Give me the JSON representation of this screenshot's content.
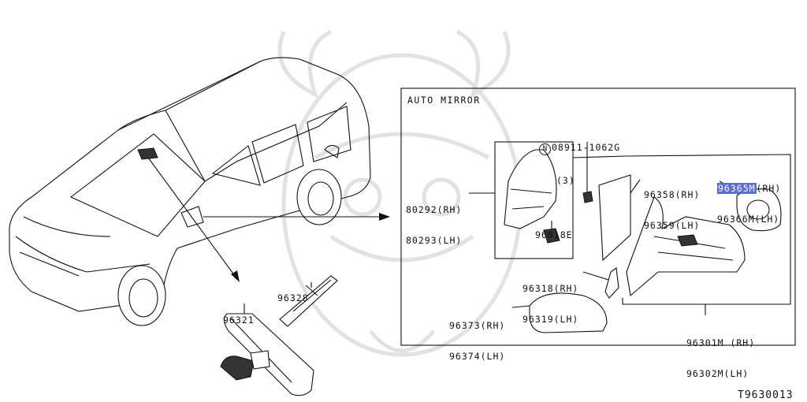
{
  "box_title": "AUTO MIRROR",
  "footer_code": "T9630013",
  "parts": {
    "p08911": {
      "badge": "N",
      "number": "08911-1062G",
      "qty": "(3)"
    },
    "p96358": {
      "rh": "96358(RH)",
      "lh": "96359(LH)"
    },
    "p96365": {
      "rh_num": "96365M",
      "rh_suffix": "(RH)",
      "lh": "96366M(LH)"
    },
    "p80292": {
      "rh": "80292(RH)",
      "lh": "80293(LH)"
    },
    "p96018": {
      "label": "96018E"
    },
    "p96318": {
      "rh": "96318(RH)",
      "lh": "96319(LH)"
    },
    "p96373": {
      "rh": "96373(RH)",
      "lh": "96374(LH)"
    },
    "p96301": {
      "rh": "96301M (RH)",
      "lh": "96302M(LH)"
    },
    "p96328": {
      "label": "96328"
    },
    "p96321": {
      "label": "96321"
    }
  },
  "colors": {
    "highlight": "#5b6ee1",
    "line": "#111111",
    "watermark": "#e2e2e2"
  }
}
